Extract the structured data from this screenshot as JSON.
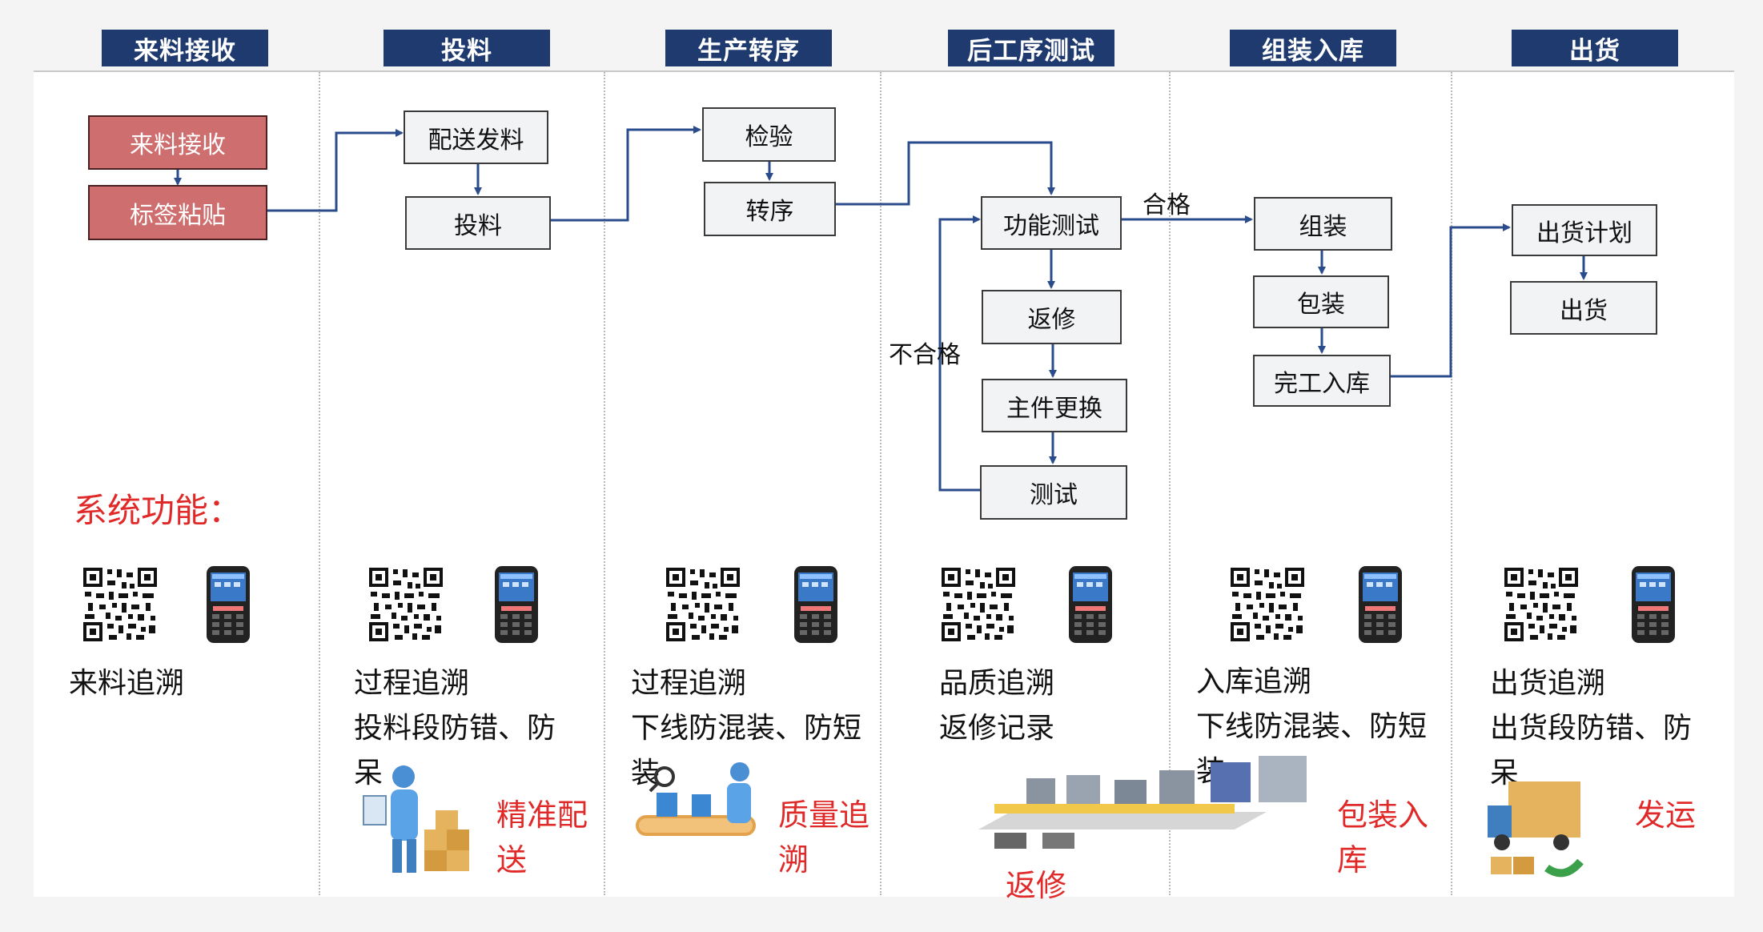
{
  "headers": [
    "来料接收",
    "投料",
    "生产转序",
    "后工序测试",
    "组装入库",
    "出货"
  ],
  "flow": {
    "receive": "来料接收",
    "label_paste": "标签粘贴",
    "dispatch": "配送发料",
    "feed": "投料",
    "inspect": "检验",
    "transfer": "转序",
    "func_test": "功能测试",
    "repair": "返修",
    "main_part_replace": "主件更换",
    "test": "测试",
    "assemble": "组装",
    "package": "包装",
    "finished_storage": "完工入库",
    "ship_plan": "出货计划",
    "ship": "出货",
    "pass_label": "合格",
    "fail_label": "不合格"
  },
  "system_title": "系统功能：",
  "descriptions": [
    [
      "来料追溯"
    ],
    [
      "过程追溯",
      "投料段防错、防",
      "呆"
    ],
    [
      "过程追溯",
      "下线防混装、防短",
      "装"
    ],
    [
      "品质追溯",
      "返修记录"
    ],
    [
      "入库追溯",
      "下线防混装、防短",
      "装"
    ],
    [
      "出货追溯",
      "出货段防错、防",
      "呆"
    ]
  ],
  "red_labels": {
    "precise_delivery": [
      "精准配",
      "送"
    ],
    "quality_trace": [
      "质量追",
      "溯"
    ],
    "repair": "返修",
    "pack_storage": [
      "包装入",
      "库"
    ],
    "shipping": "发运"
  },
  "colors": {
    "header_bg": "#1f3a6e",
    "red_box": "#cf6e6e",
    "accent_red": "#e02a2a",
    "arrow": "#2b4c8c"
  },
  "icons": [
    "qr-code-icon",
    "handheld-scanner-icon",
    "worker-with-boxes-icon",
    "inspection-worker-icon",
    "assembly-line-icon",
    "delivery-truck-icon"
  ]
}
